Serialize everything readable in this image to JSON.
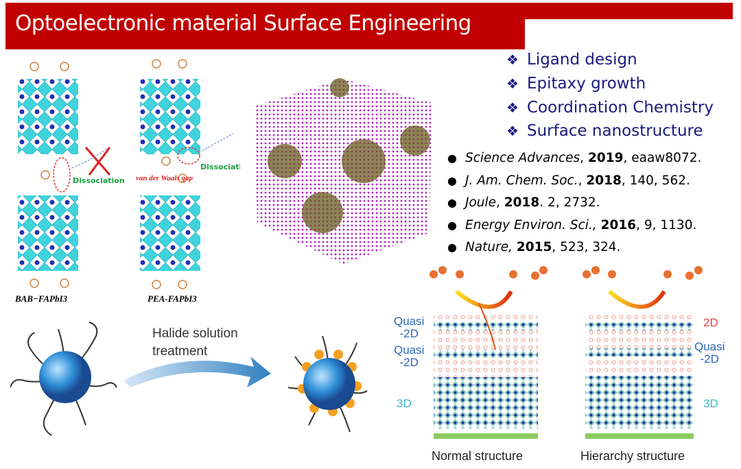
{
  "title": "Optoelectronic material Surface Engineering",
  "key_points": [
    {
      "icon": "diamond-bullet-icon",
      "text": "Ligand design"
    },
    {
      "icon": "diamond-bullet-icon",
      "text": "Epitaxy growth"
    },
    {
      "icon": "diamond-bullet-icon",
      "text": "Coordination Chemistry"
    },
    {
      "icon": "diamond-bullet-icon",
      "text": "Surface nanostructure"
    }
  ],
  "references": [
    {
      "journal": "Science Advances",
      "sep": ", ",
      "year": "2019",
      "rest": ", eaaw8072."
    },
    {
      "journal": "J. Am. Chem. Soc.",
      "sep": ", ",
      "year": "2018",
      "rest": ", 140, 562."
    },
    {
      "journal": "Joule",
      "sep": ", ",
      "year": "2018",
      "rest": ". 2, 2732."
    },
    {
      "journal": "Energy Environ. Sci.,",
      "sep": " ",
      "year": "2016",
      "rest": ", 9, 1130."
    },
    {
      "journal": "Nature,",
      "sep": " ",
      "year": "2015",
      "rest": ", 523, 324."
    }
  ],
  "figure_left": {
    "label_a": "BAB−FAPbI3",
    "label_b": "PEA-FAPbI3",
    "dissociation_a": "Dissociation",
    "dissociation_b": "Dissociatio",
    "vdw_gap": "van der Waals gap"
  },
  "figure_nano": {
    "caption_line1": "Halide solution",
    "caption_line2": "treatment"
  },
  "figure_structure": {
    "normal": {
      "title": "Normal structure",
      "labels": [
        "Quasi\n-2D",
        "Quasi\n-2D",
        "3D"
      ]
    },
    "hierarchy": {
      "title": "Hierarchy structure",
      "labels": [
        "2D",
        "Quasi\n-2D",
        "3D"
      ]
    }
  },
  "colors": {
    "banner": "#c00000",
    "keypoint_text": "#1a1a80",
    "lattice": "#40d0d8",
    "cube": "#b020c0"
  }
}
